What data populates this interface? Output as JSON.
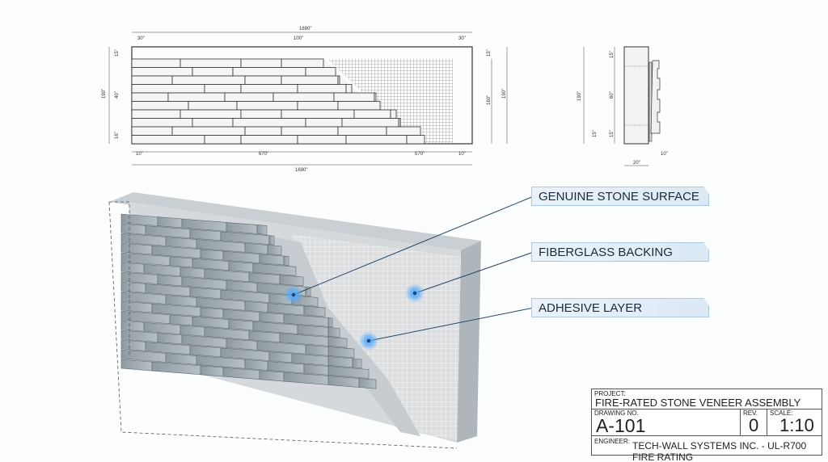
{
  "elevation_view": {
    "top_dims": [
      "1690\"",
      "30\"",
      "100\"",
      "30\""
    ],
    "bottom_dims": [
      "10\"",
      "670\"",
      "570\"",
      "10\"",
      "1690\""
    ],
    "left_dims": [
      "190\"",
      "15\"",
      "40\"",
      "16\""
    ],
    "right_dims": [
      "15\"",
      "160\"",
      "190\""
    ]
  },
  "section_view": {
    "left_dims": [
      "190\"",
      "15\"",
      "60\"",
      "15\"",
      "15\""
    ],
    "bottom_dims": [
      "20\"",
      "10\""
    ]
  },
  "callouts": [
    {
      "label": "GENUINE STONE SURFACE"
    },
    {
      "label": "FIBERGLASS BACKING"
    },
    {
      "label": "ADHESIVE LAYER"
    }
  ],
  "title_block": {
    "project_label": "PROJECT:",
    "project": "FIRE-RATED STONE VENEER ASSEMBLY",
    "drawing_no_label": "DRAWING NO.",
    "drawing_no": "A-101",
    "rev_label": "REV.",
    "rev": "0",
    "scale_label": "SCALE:",
    "scale": "1:10",
    "engineer_label": "ENGINEER:",
    "engineer": "TECH-WALL SYSTEMS INC. - UL-R700 FIRE RATING"
  },
  "colors": {
    "accent": "#4aa8ff",
    "callout_fill": "#e3eef8",
    "line": "#333333"
  }
}
